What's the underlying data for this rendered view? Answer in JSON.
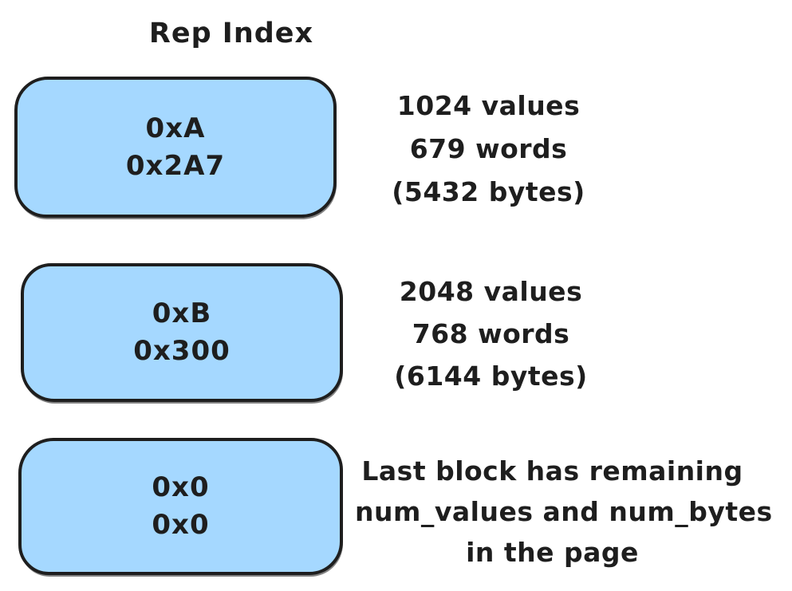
{
  "title": "Rep Index",
  "colors": {
    "fill": "#a5d8ff",
    "stroke": "#1e1e1e",
    "background": "#ffffff"
  },
  "blocks": [
    {
      "lines": [
        "0xA",
        "0x2A7"
      ],
      "annotation": [
        "1024 values",
        "679 words",
        "(5432 bytes)"
      ]
    },
    {
      "lines": [
        "0xB",
        "0x300"
      ],
      "annotation": [
        "2048 values",
        "768 words",
        "(6144 bytes)"
      ]
    },
    {
      "lines": [
        "0x0",
        "0x0"
      ],
      "annotation": [
        "Last block has remaining",
        "num_values and num_bytes",
        "in the page"
      ]
    }
  ]
}
